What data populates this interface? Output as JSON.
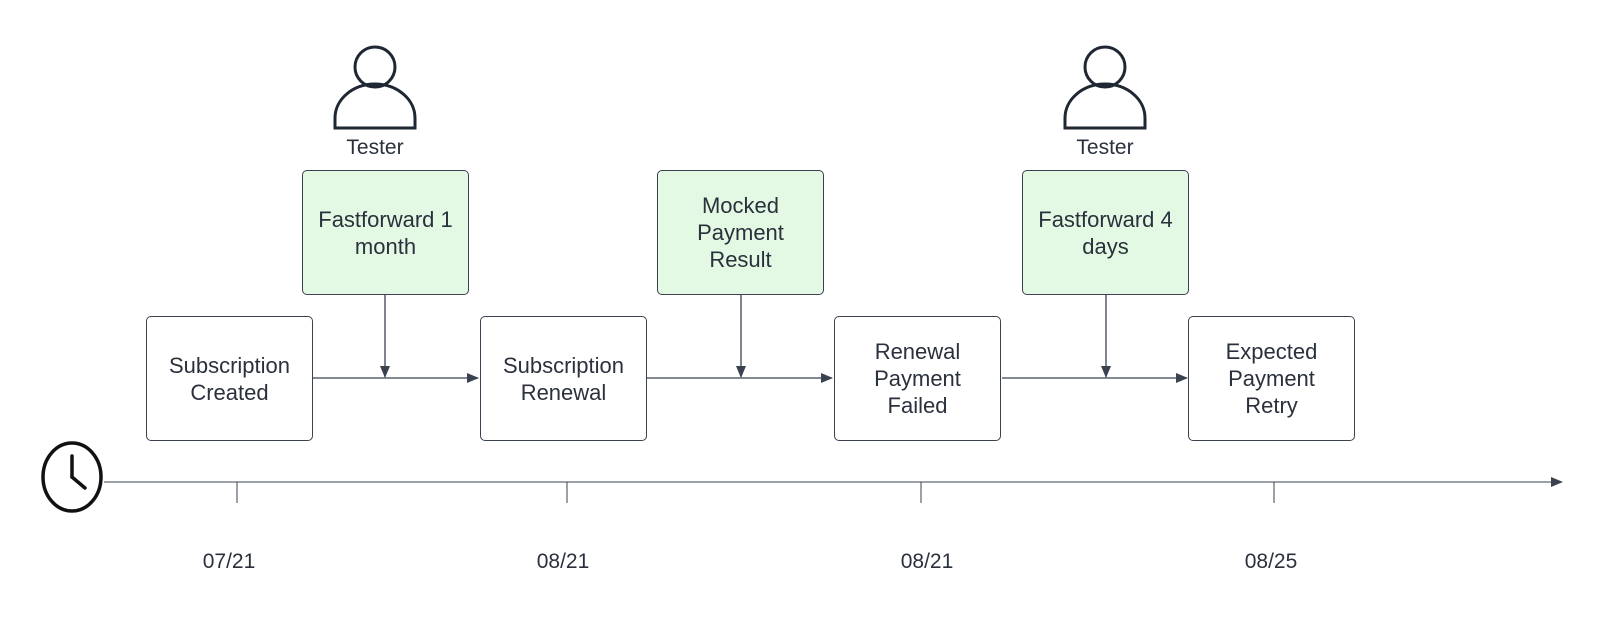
{
  "timeline": {
    "events": [
      {
        "id": "subscription-created",
        "label": "Subscription\nCreated",
        "date": "07/21"
      },
      {
        "id": "subscription-renewal",
        "label": "Subscription\nRenewal",
        "date": "08/21"
      },
      {
        "id": "renewal-payment-failed",
        "label": "Renewal\nPayment\nFailed",
        "date": "08/21"
      },
      {
        "id": "expected-payment-retry",
        "label": "Expected\nPayment\nRetry",
        "date": "08/25"
      }
    ],
    "actions": [
      {
        "id": "fastforward-1-month",
        "label": "Fastforward 1\nmonth",
        "actor": "Tester"
      },
      {
        "id": "mocked-payment-result",
        "label": "Mocked\nPayment\nResult",
        "actor": ""
      },
      {
        "id": "fastforward-4-days",
        "label": "Fastforward 4\ndays",
        "actor": "Tester"
      }
    ]
  },
  "colors": {
    "action_fill": "#e3f9e3",
    "line": "#3a4250",
    "text": "#2a313d"
  },
  "icons": {
    "actor": "person-icon",
    "timeline": "clock-icon"
  }
}
